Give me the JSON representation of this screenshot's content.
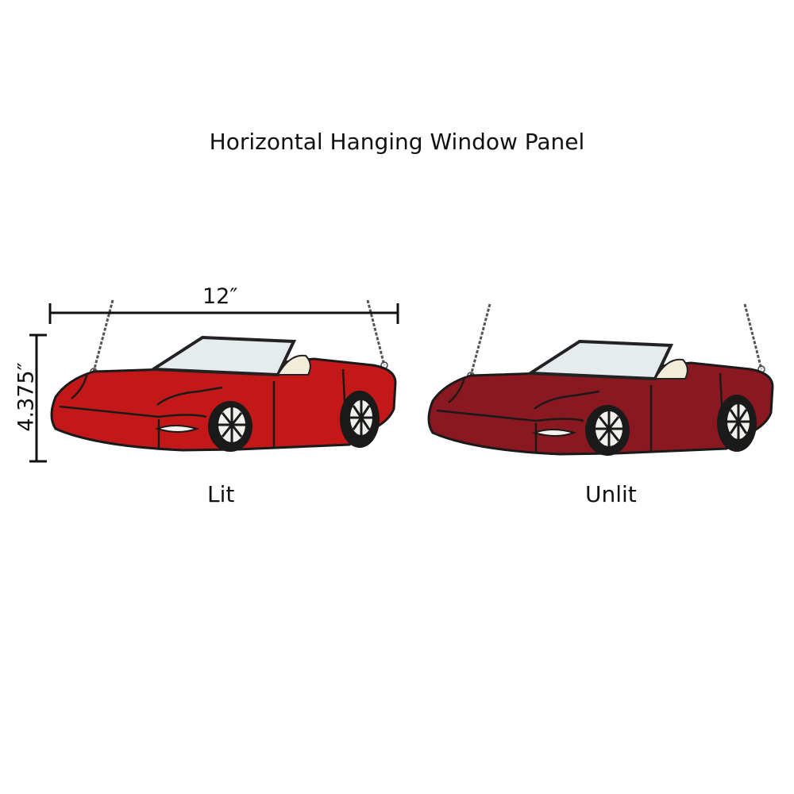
{
  "title": "Horizontal Hanging Window Panel",
  "dimensions": {
    "width": "12″",
    "height": "4.375″"
  },
  "panels": [
    {
      "label": "Lit",
      "color": "#c41818"
    },
    {
      "label": "Unlit",
      "color": "#8a1820"
    }
  ]
}
